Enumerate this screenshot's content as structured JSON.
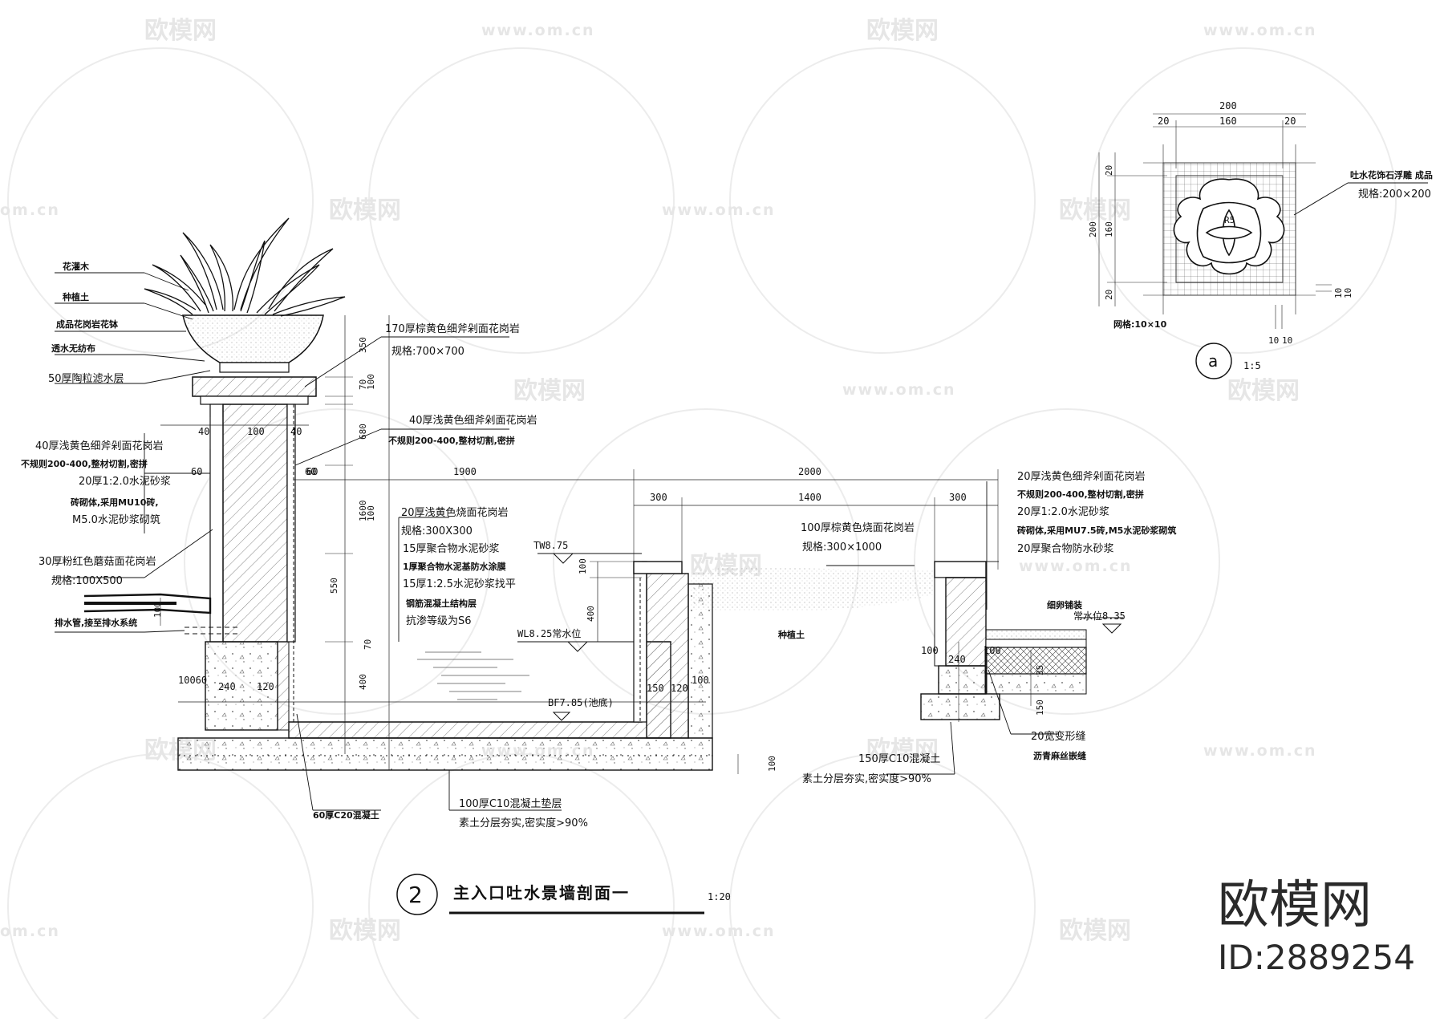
{
  "watermark": {
    "brand": "欧模网",
    "url": "www.om.cn",
    "short_url": "om.cn"
  },
  "brand_block": {
    "name": "欧模网",
    "id": "ID:2889254"
  },
  "section_title": {
    "number": "2",
    "title": "主入口吐水景墙剖面一",
    "scale": "1:20"
  },
  "detail_a": {
    "marker": "a",
    "scale": "1:5",
    "dims_top": [
      "200",
      "20",
      "160",
      "20"
    ],
    "dims_left": [
      "200",
      "20",
      "160",
      "20"
    ],
    "dims_right": [
      "10",
      "10"
    ],
    "dims_bottom": [
      "10",
      "10"
    ],
    "grid_label": "网格:10×10",
    "callout_1": "吐水花饰石浮雕 成品",
    "callout_2": "规格:200×200",
    "center_text": "R5"
  },
  "left_labels": [
    "花灌木",
    "种植土",
    "成品花岗岩花钵",
    "透水无纺布",
    "50厚陶粒滤水层",
    "40厚浅黄色细斧剁面花岗岩",
    "不规则200-400,整材切割,密拼",
    "20厚1:2.0水泥砂浆",
    "砖砌体,采用MU10砖,",
    "M5.0水泥砂浆砌筑",
    "30厚粉红色蘑菇面花岗岩",
    "规格:100X500",
    "排水管,接至排水系统"
  ],
  "center_labels": [
    "170厚棕黄色细斧剁面花岗岩",
    "规格:700×700",
    "40厚浅黄色细斧剁面花岗岩",
    "不规则200-400,整材切割,密拼",
    "20厚浅黄色烧面花岗岩",
    "规格:300X300",
    "15厚聚合物水泥砂浆",
    "1厚聚合物水泥基防水涂膜",
    "15厚1:2.5水泥砂浆找平",
    "钢筋混凝土结构层",
    "抗渗等级为S6",
    "100厚棕黄色烧面花岗岩",
    "规格:300×1000",
    "种植土"
  ],
  "levels": {
    "tw": "TW8.75",
    "wl": "WL8.25常水位",
    "bf": "BF7.85(池底)",
    "normal": "常水位8.35"
  },
  "right_labels": [
    "20厚浅黄色细斧剁面花岗岩",
    "不规则200-400,整材切割,密拼",
    "20厚1:2.0水泥砂浆",
    "砖砌体,采用MU7.5砖,M5水泥砂浆砌筑",
    "20厚聚合物防水砂浆",
    "细卵铺装",
    "20宽变形缝",
    "沥青麻丝嵌缝"
  ],
  "bottom_labels": [
    "60厚C20混凝土",
    "100厚C10混凝土垫层",
    "素土分层夯实,密实度>90%",
    "150厚C10混凝土",
    "素土分层夯实,密实度>90%"
  ],
  "dims": {
    "top_1900": "1900",
    "top_2000": "2000",
    "sub_300a": "300",
    "sub_1400": "1400",
    "sub_300b": "300",
    "col_40": "40",
    "col_100": "100",
    "col_40b": "40",
    "col_60a": "60",
    "col_60b": "60",
    "v_350": "350",
    "v_70": "70",
    "v_100": "100",
    "v_680": "680",
    "v_1600": "1600",
    "v_100b": "100",
    "v_550": "550",
    "v_70b": "70",
    "v_400": "400",
    "pool_100": "100",
    "pool_400": "400",
    "pipe_100": "100",
    "base_100": "100",
    "b_10060": "10060",
    "b_240": "240",
    "b_120": "120",
    "p_150": "150",
    "p_120": "120",
    "p_100": "100",
    "w_60": "60",
    "r_100": "100",
    "r_240": "240",
    "r_100b": "100",
    "r_35": "35",
    "r_150": "150"
  }
}
